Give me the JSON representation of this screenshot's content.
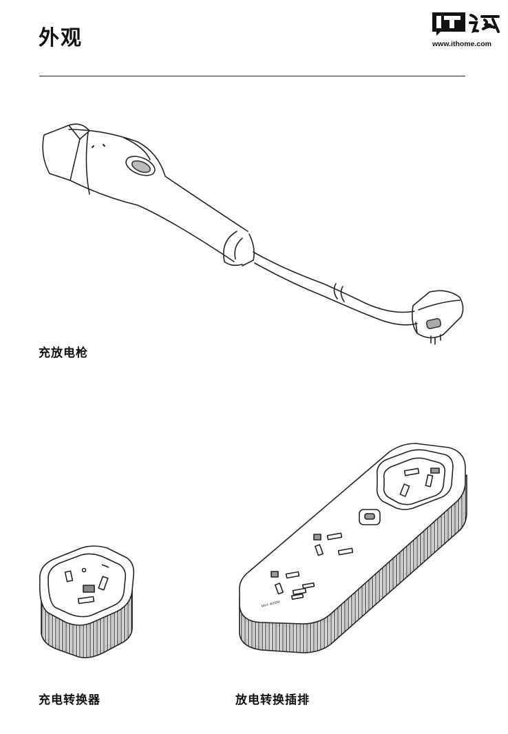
{
  "page": {
    "title": "外观"
  },
  "logo": {
    "mark": "IT之家",
    "url": "www.ithome.com"
  },
  "figures": [
    {
      "caption": "充放电枪",
      "image": "charging-discharging-gun-line-drawing"
    },
    {
      "caption": "充电转换器",
      "image": "charging-converter-line-drawing"
    },
    {
      "caption": "放电转换插排",
      "image": "discharging-power-strip-line-drawing"
    }
  ],
  "power_strip": {
    "rating_text": "MAX 4000W"
  }
}
